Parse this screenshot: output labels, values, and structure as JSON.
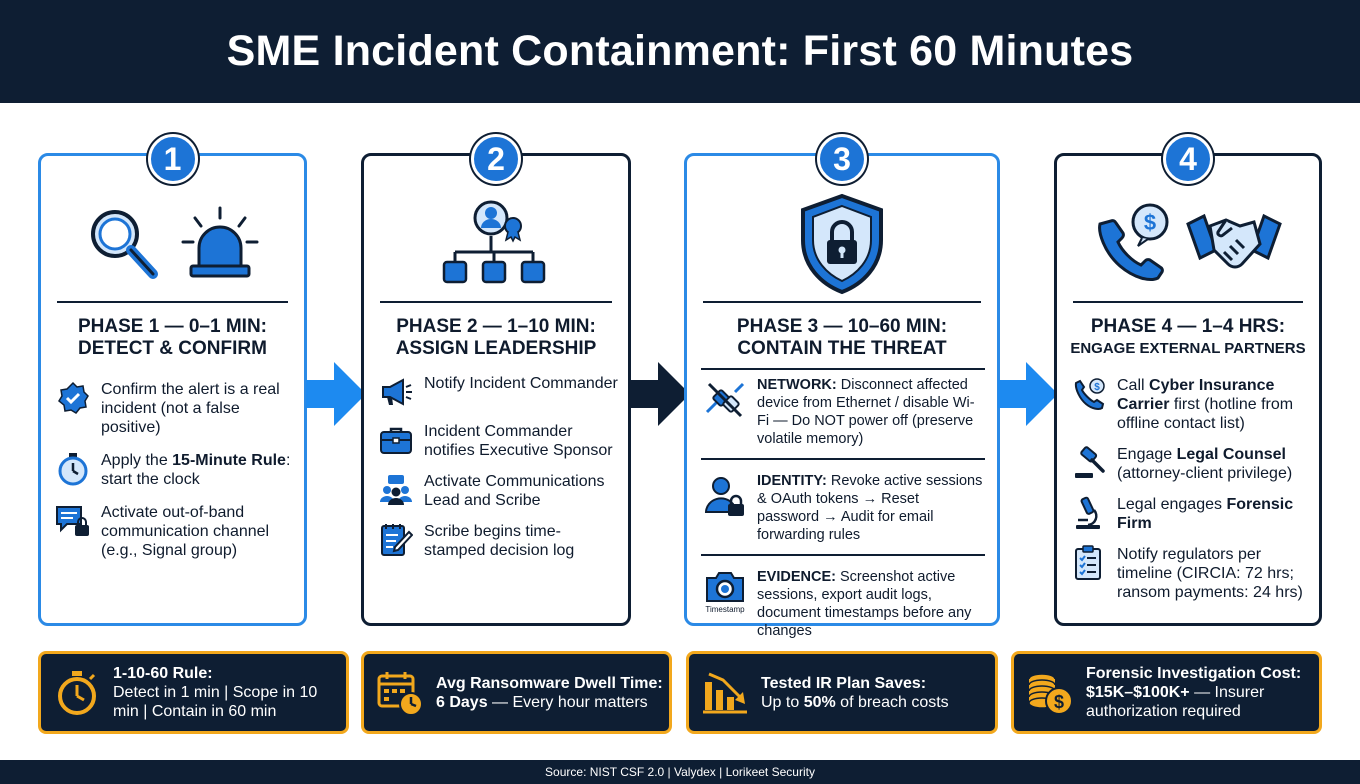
{
  "header": {
    "title": "SME Incident Containment: First 60 Minutes"
  },
  "phases": [
    {
      "number": "1",
      "title_line1": "PHASE 1 — 0–1 MIN:",
      "title_line2": "DETECT & CONFIRM",
      "icons": [
        "magnifier-icon",
        "alarm-siren-icon"
      ],
      "items": [
        {
          "icon": "check-badge-icon",
          "text": "Confirm the alert is a real incident (not a false positive)"
        },
        {
          "icon": "stopwatch-icon",
          "pre": "Apply the ",
          "bold": "15-Minute Rule",
          "post": ": start the clock"
        },
        {
          "icon": "chat-lock-icon",
          "text": "Activate out-of-band communication channel (e.g., Signal group)"
        }
      ]
    },
    {
      "number": "2",
      "title_line1": "PHASE 2 — 1–10 MIN:",
      "title_line2": "ASSIGN LEADERSHIP",
      "icons": [
        "org-chart-icon"
      ],
      "items": [
        {
          "icon": "megaphone-icon",
          "text": "Notify Incident Commander"
        },
        {
          "icon": "briefcase-icon",
          "text": "Incident Commander notifies Executive Sponsor"
        },
        {
          "icon": "team-chat-icon",
          "text": "Activate Communications Lead and Scribe"
        },
        {
          "icon": "notepad-pen-icon",
          "text": "Scribe begins time-stamped decision log"
        }
      ]
    },
    {
      "number": "3",
      "title_line1": "PHASE 3 — 10–60 MIN:",
      "title_line2": "CONTAIN THE THREAT",
      "icons": [
        "shield-lock-icon"
      ],
      "items": [
        {
          "icon": "unplug-icon",
          "bold": "NETWORK:",
          "post": " Disconnect affected device from Ethernet / disable Wi-Fi — Do NOT power off (preserve volatile memory)"
        },
        {
          "icon": "user-lock-icon",
          "bold": "IDENTITY:",
          "post": " Revoke active sessions & OAuth tokens → Reset password → Audit for email forwarding rules"
        },
        {
          "icon": "camera-icon",
          "icon_label": "Timestamp",
          "bold": "EVIDENCE:",
          "post": " Screenshot active sessions, export audit logs, document timestamps before any changes"
        }
      ]
    },
    {
      "number": "4",
      "title_line1": "PHASE 4 — 1–4 HRS:",
      "title_line2": "ENGAGE EXTERNAL PARTNERS",
      "icons": [
        "phone-dollar-icon",
        "handshake-icon"
      ],
      "items": [
        {
          "icon": "phone-icon",
          "pre": "Call ",
          "bold": "Cyber Insurance Carrier",
          "post": " first (hotline from offline contact list)"
        },
        {
          "icon": "gavel-icon",
          "pre": "Engage ",
          "bold": "Legal Counsel",
          "post": " (attorney-client privilege)"
        },
        {
          "icon": "microscope-icon",
          "pre": "Legal engages ",
          "bold": "Forensic Firm",
          "post": ""
        },
        {
          "icon": "checklist-icon",
          "text": "Notify regulators per timeline (CIRCIA: 72 hrs; ransom payments: 24 hrs)"
        }
      ]
    }
  ],
  "stats": [
    {
      "icon": "stopwatch-icon",
      "heading": "1-10-60 Rule:",
      "body": "Detect in 1 min | Scope in 10 min | Contain in 60 min"
    },
    {
      "icon": "calendar-clock-icon",
      "heading": "Avg Ransomware Dwell Time:",
      "bold": "6 Days",
      "body": " — Every hour matters"
    },
    {
      "icon": "chart-down-icon",
      "heading": "Tested IR Plan Saves:",
      "pre": "Up to ",
      "bold": "50%",
      "body": " of breach costs"
    },
    {
      "icon": "coins-dollar-icon",
      "heading": "Forensic Investigation Cost:",
      "bold": "$15K–$100K+",
      "body": " — Insurer authorization required"
    }
  ],
  "footer": {
    "source": "Source: NIST CSF 2.0 | Valydex | Lorikeet Security"
  },
  "colors": {
    "navy": "#0e1e33",
    "blue": "#1d74d6",
    "light_blue": "#2b8ae6",
    "gold": "#f2a81d"
  }
}
